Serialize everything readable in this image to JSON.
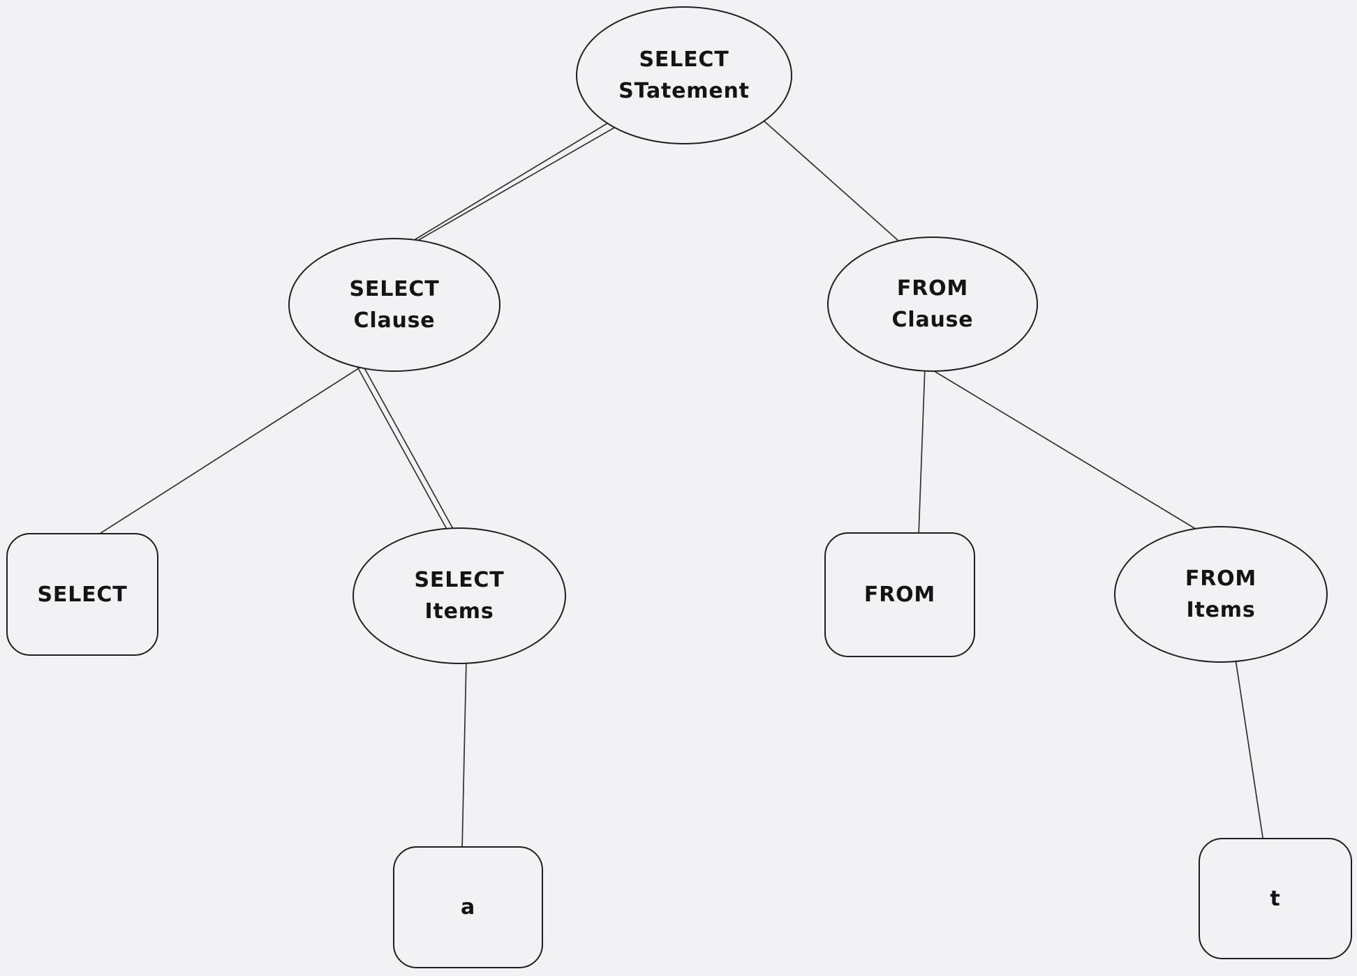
{
  "canvas": {
    "background_color": "#f2f2f4",
    "stroke_color": "#1e1e1e"
  },
  "nodes": {
    "select_statement": {
      "shape": "ellipse",
      "lines": [
        "SELECT",
        "STatement"
      ]
    },
    "select_clause": {
      "shape": "ellipse",
      "lines": [
        "SELECT",
        "Clause"
      ]
    },
    "from_clause": {
      "shape": "ellipse",
      "lines": [
        "FROM",
        "Clause"
      ]
    },
    "select_keyword": {
      "shape": "rounded-rectangle",
      "lines": [
        "SELECT"
      ]
    },
    "select_items": {
      "shape": "ellipse",
      "lines": [
        "SELECT",
        "Items"
      ]
    },
    "from_keyword": {
      "shape": "rounded-rectangle",
      "lines": [
        "FROM"
      ]
    },
    "from_items": {
      "shape": "ellipse",
      "lines": [
        "FROM",
        "Items"
      ]
    },
    "item_a": {
      "shape": "rounded-rectangle",
      "lines": [
        "a"
      ]
    },
    "item_t": {
      "shape": "rounded-rectangle",
      "lines": [
        "t"
      ]
    }
  },
  "edges": [
    {
      "from": "select_statement",
      "to": "select_clause",
      "stroke": "double"
    },
    {
      "from": "select_statement",
      "to": "from_clause",
      "stroke": "single"
    },
    {
      "from": "select_clause",
      "to": "select_keyword",
      "stroke": "single"
    },
    {
      "from": "select_clause",
      "to": "select_items",
      "stroke": "double"
    },
    {
      "from": "from_clause",
      "to": "from_keyword",
      "stroke": "single"
    },
    {
      "from": "from_clause",
      "to": "from_items",
      "stroke": "single"
    },
    {
      "from": "select_items",
      "to": "item_a",
      "stroke": "single"
    },
    {
      "from": "from_items",
      "to": "item_t",
      "stroke": "single"
    }
  ]
}
